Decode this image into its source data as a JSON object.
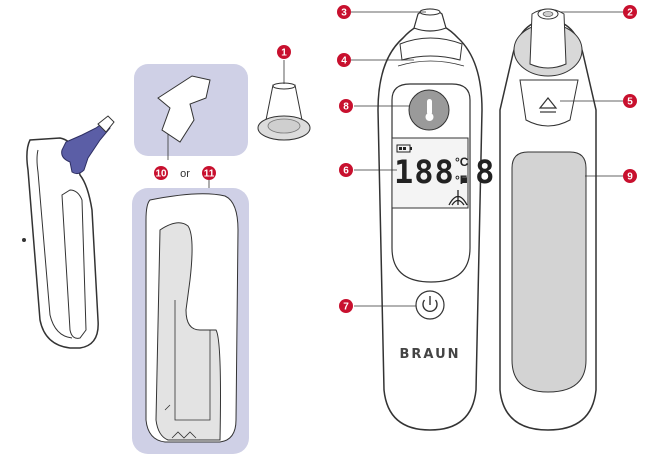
{
  "callouts": [
    {
      "id": "callout-1",
      "text": "1"
    },
    {
      "id": "callout-2",
      "text": "2"
    },
    {
      "id": "callout-3",
      "text": "3"
    },
    {
      "id": "callout-4",
      "text": "4"
    },
    {
      "id": "callout-5",
      "text": "5"
    },
    {
      "id": "callout-6",
      "text": "6"
    },
    {
      "id": "callout-7",
      "text": "7"
    },
    {
      "id": "callout-8",
      "text": "8"
    },
    {
      "id": "callout-9",
      "text": "9"
    },
    {
      "id": "callout-10",
      "text": "10"
    },
    {
      "id": "callout-11",
      "text": "11"
    }
  ],
  "connector_text": "or",
  "display": {
    "digits": "188.8",
    "unit_c": "°C",
    "unit_f": "°F"
  },
  "brand": "BRAUN",
  "colors": {
    "callout_bg": "#c8102e",
    "panel_bg": "#cfd0e6",
    "accent_purple": "#5b5ea6",
    "outline": "#333333"
  },
  "icons": {
    "power": "power-icon",
    "thermometer": "thermometer-icon",
    "eject": "eject-icon",
    "battery": "battery-icon",
    "signal": "signal-icon"
  }
}
